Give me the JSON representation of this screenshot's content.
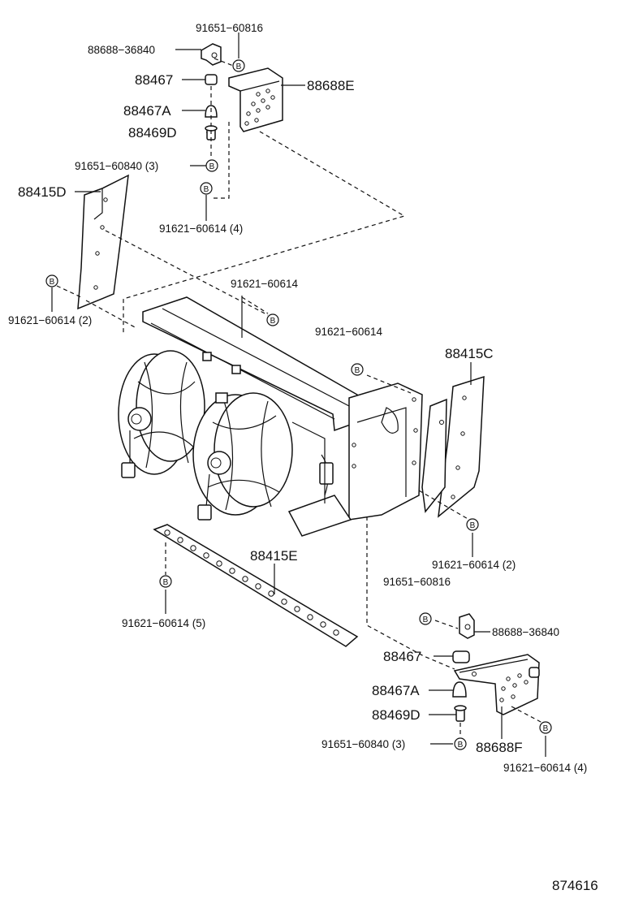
{
  "callout_symbol": "B",
  "part_labels": {
    "p_91651_60816_top": "91651−60816",
    "p_88688_36840_top": "88688−36840",
    "p_88467_top": "88467",
    "p_88688E": "88688E",
    "p_88467A_top": "88467A",
    "p_88469D_top": "88469D",
    "p_91651_60840_top": "91651−60840 (3)",
    "p_88415D": "88415D",
    "p_91621_60614_4_top": "91621−60614 (4)",
    "p_91621_60614_center": "91621−60614",
    "p_91621_60614_2_left": "91621−60614 (2)",
    "p_91621_60614_right": "91621−60614",
    "p_88415C": "88415C",
    "p_88415E": "88415E",
    "p_91621_60614_2_right": "91621−60614 (2)",
    "p_91651_60816_bottom": "91651−60816",
    "p_91621_60614_5": "91621−60614 (5)",
    "p_88688_36840_bottom": "88688−36840",
    "p_88467_bottom": "88467",
    "p_88467A_bottom": "88467A",
    "p_88469D_bottom": "88469D",
    "p_91651_60840_bottom": "91651−60840 (3)",
    "p_88688F": "88688F",
    "p_91621_60614_4_bottom": "91621−60614 (4)"
  },
  "diagram_number": "874616"
}
